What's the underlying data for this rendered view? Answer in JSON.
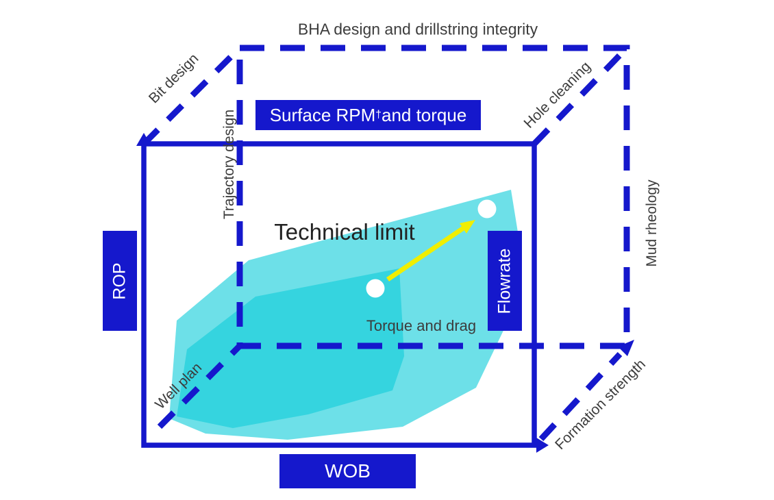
{
  "title": "BHA design and drillstring integrity",
  "colors": {
    "blue": "#1518CC",
    "cyan_fill": "rgba(20,205,218,0.62)",
    "yellow": "#F0EE00",
    "label_text": "#3C3C3C",
    "white_dot": "#FFFFFF"
  },
  "axes": {
    "rop": "ROP",
    "wob": "WOB",
    "flowrate": "Flowrate",
    "surface_rpm_main": "Surface RPM",
    "surface_rpm_sup": "†",
    "surface_rpm_rest": " and torque"
  },
  "factors": {
    "bit_design": "Bit design",
    "trajectory_design": "Trajectory design",
    "hole_cleaning": "Hole cleaning",
    "mud_rheology": "Mud rheology",
    "well_plan": "Well plan",
    "formation_strength": "Formation strength",
    "torque_and_drag": "Torque and drag"
  },
  "annotations": {
    "technical_limit": "Technical limit"
  }
}
